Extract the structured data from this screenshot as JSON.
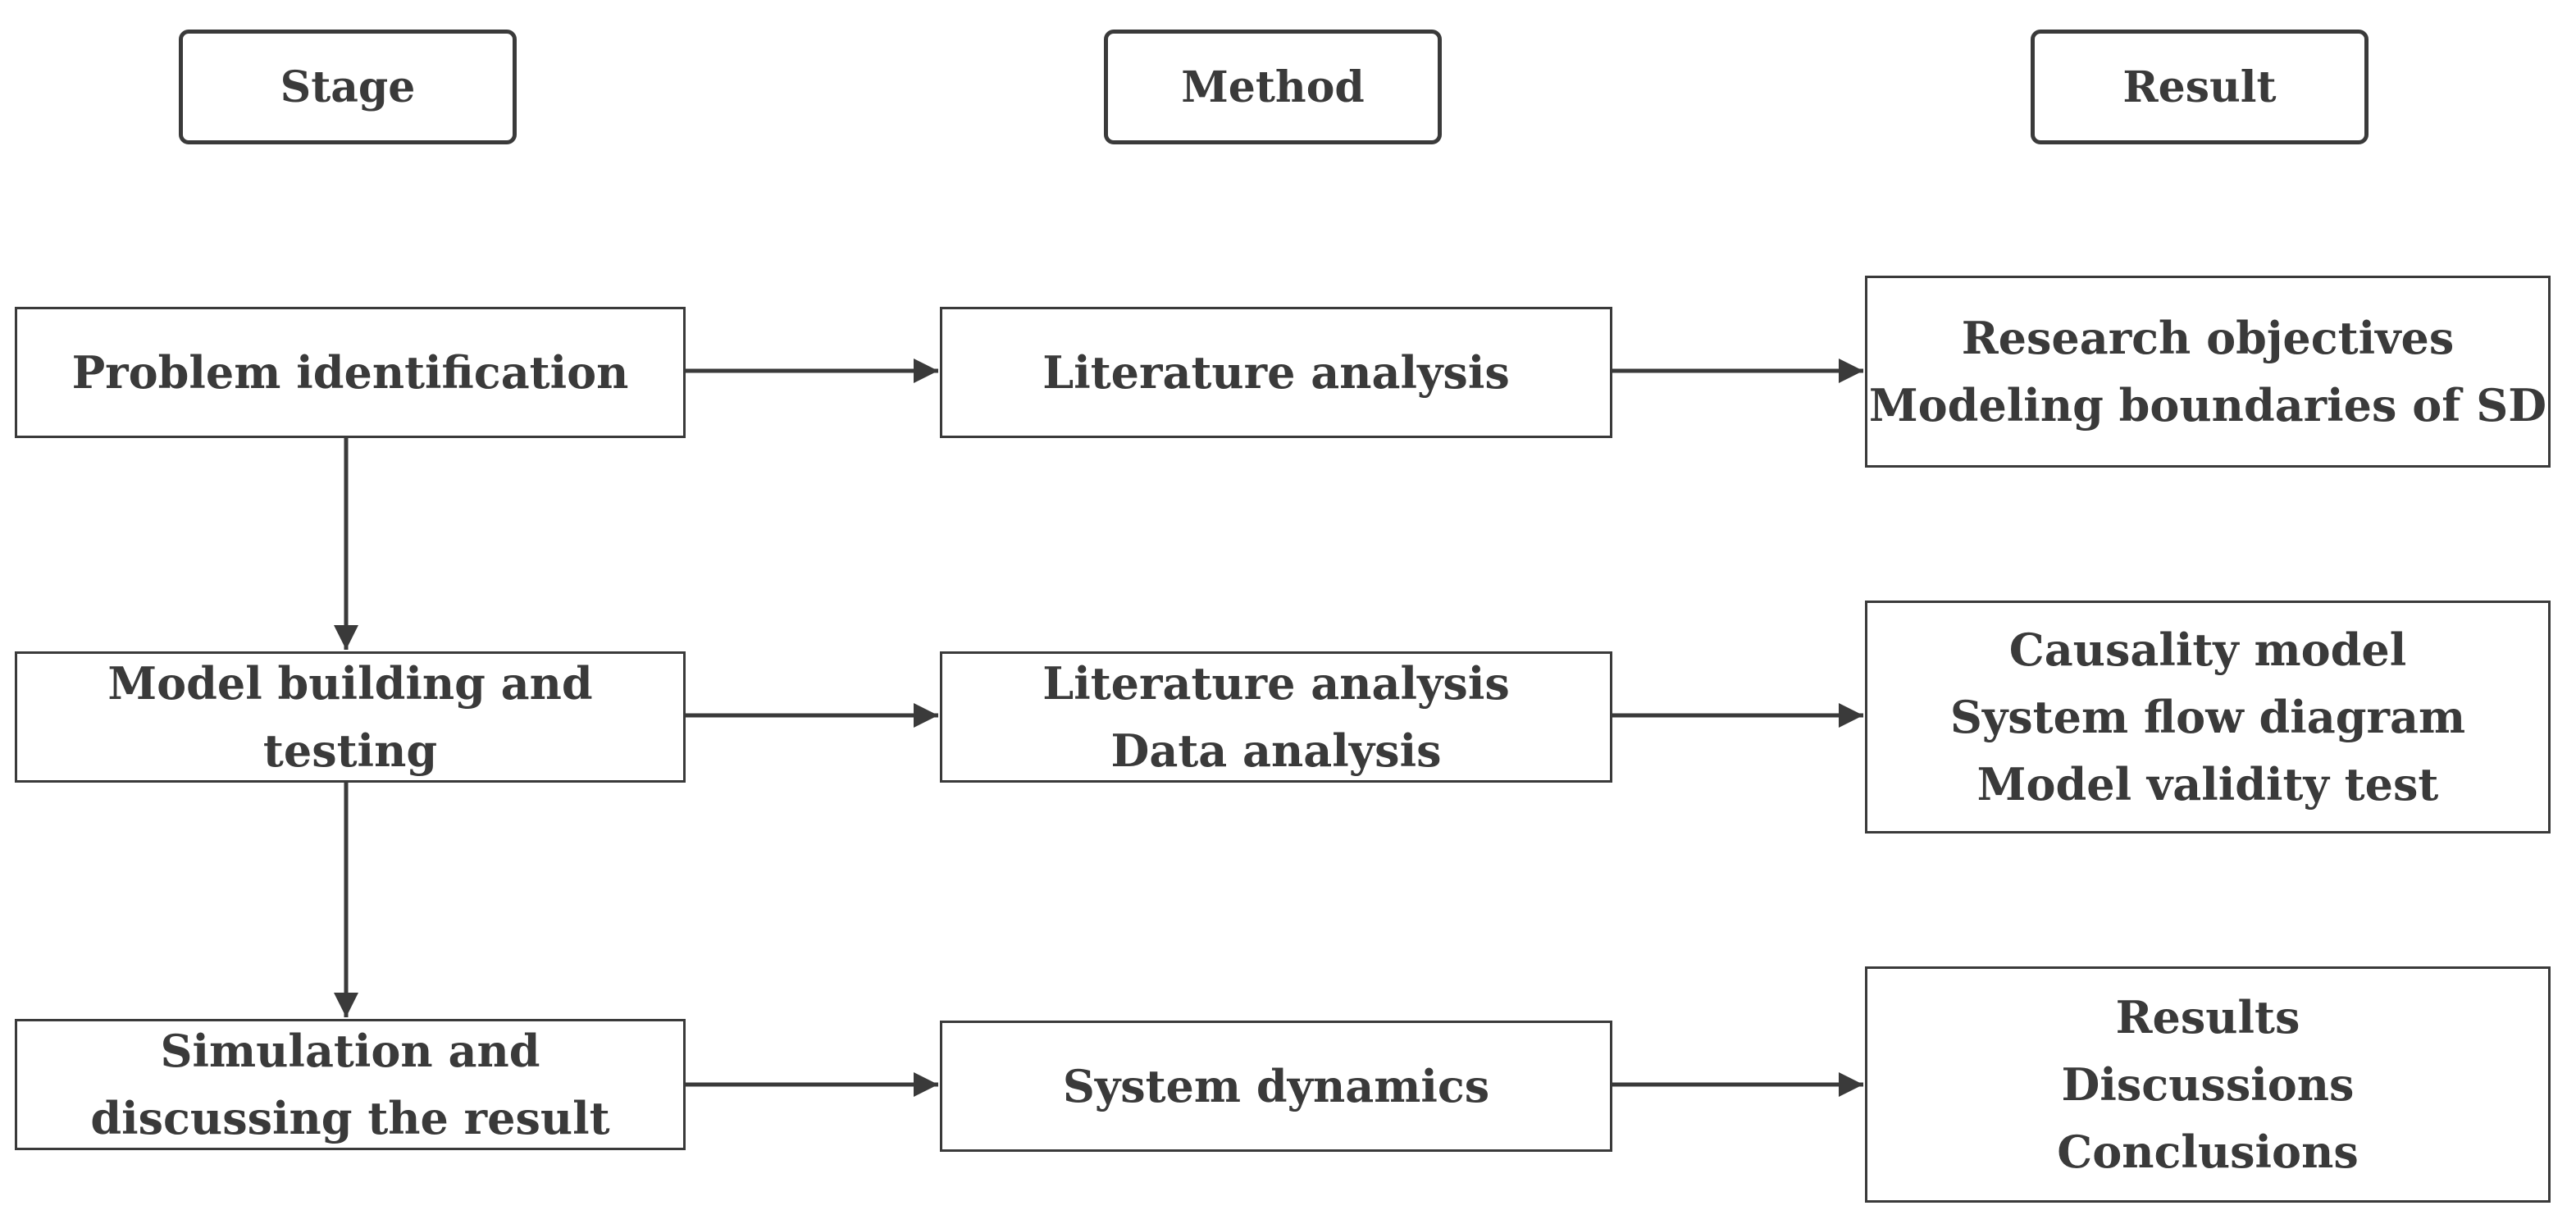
{
  "headers": {
    "stage": "Stage",
    "method": "Method",
    "result": "Result"
  },
  "stages": [
    {
      "lines": [
        "Problem identification"
      ]
    },
    {
      "lines": [
        "Model building and",
        "testing"
      ]
    },
    {
      "lines": [
        "Simulation and",
        "discussing the result"
      ]
    }
  ],
  "methods": [
    {
      "lines": [
        "Literature analysis"
      ]
    },
    {
      "lines": [
        "Literature analysis",
        "Data analysis"
      ]
    },
    {
      "lines": [
        "System dynamics"
      ]
    }
  ],
  "results": [
    {
      "lines": [
        "Research objectives",
        "Modeling boundaries of SD"
      ]
    },
    {
      "lines": [
        "Causality model",
        "System flow diagram",
        "Model validity test"
      ]
    },
    {
      "lines": [
        "Results",
        "Discussions",
        "Conclusions"
      ]
    }
  ],
  "colors": {
    "stroke": "#3a3a3a",
    "text": "#3a3a3a",
    "background": "#ffffff"
  }
}
